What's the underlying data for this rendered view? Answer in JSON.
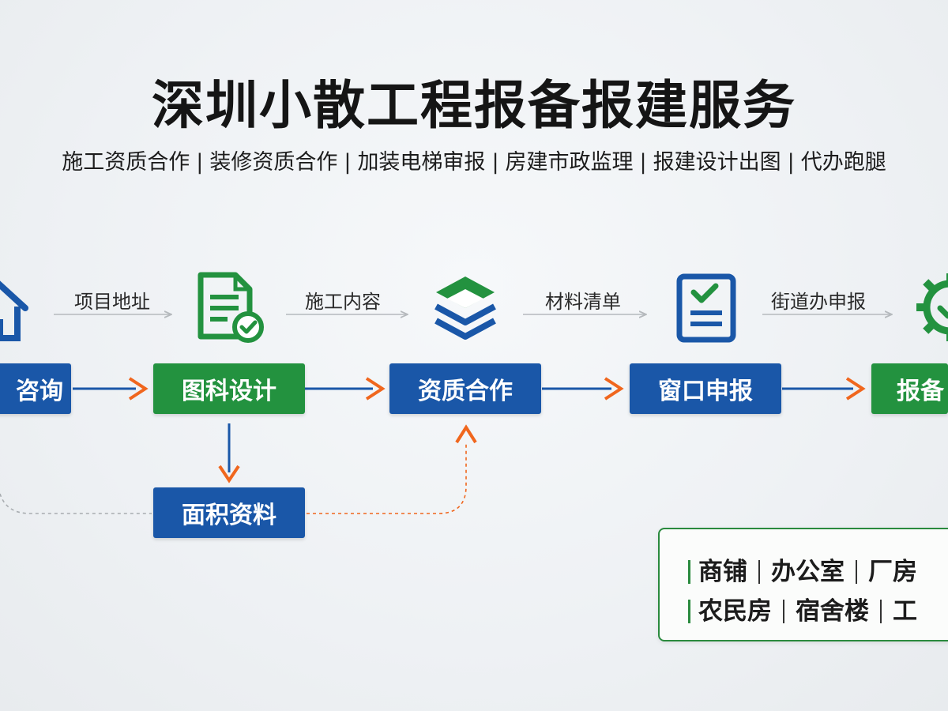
{
  "title": "深圳小散工程报备报建服务",
  "services": [
    "施工资质合作",
    "装修资质合作",
    "加装电梯审报",
    "房建市政监理",
    "报建设计出图",
    "代办跑腿"
  ],
  "separator": "|",
  "step_labels": [
    "项目地址",
    "施工内容",
    "材料清单",
    "街道办申报"
  ],
  "nodes": {
    "consult": "咨询",
    "design": "图科设计",
    "qualification": "资质合作",
    "window": "窗口申报",
    "filing": "报备",
    "area_materials": "面积资料"
  },
  "building_types": {
    "row1": [
      "商铺",
      "办公室",
      "厂房"
    ],
    "row2": [
      "农民房",
      "宿舍楼",
      "工"
    ]
  },
  "colors": {
    "blue": "#1a57a8",
    "green": "#23923f",
    "orange": "#f0661d",
    "gray_arrow": "#b5b9bd",
    "box_border": "#2a8a3e"
  },
  "icons": [
    "house-icon",
    "document-check-icon",
    "layers-icon",
    "checklist-icon",
    "gear-check-icon"
  ]
}
